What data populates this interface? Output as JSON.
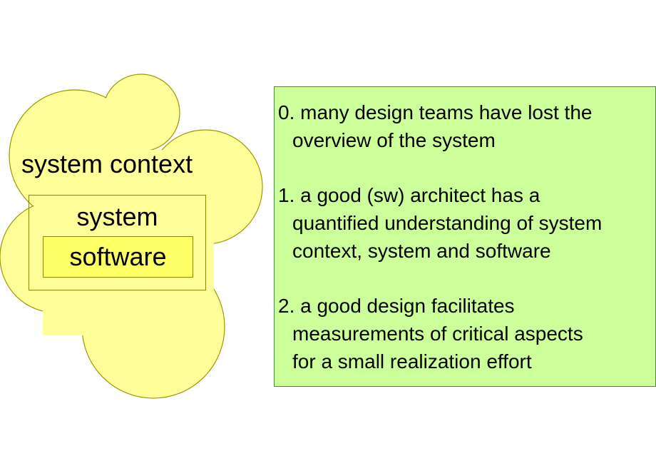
{
  "diagram": {
    "context_label": "system context",
    "system_label": "system",
    "software_label": "software",
    "colors": {
      "cloud_fill": "#ffff99",
      "cloud_stroke": "#9a9a00",
      "software_fill": "#ffff66",
      "panel_fill": "#ccff99",
      "panel_border": "#4a8a3a"
    }
  },
  "points": [
    {
      "lines": [
        "0. many design teams have lost the",
        "overview of the system"
      ]
    },
    {
      "lines": [
        "1. a good (sw) architect has a",
        "quantified understanding of system",
        "context, system and software"
      ]
    },
    {
      "lines": [
        "2. a good design facilitates",
        "measurements of critical aspects",
        "for a small realization effort"
      ]
    }
  ]
}
